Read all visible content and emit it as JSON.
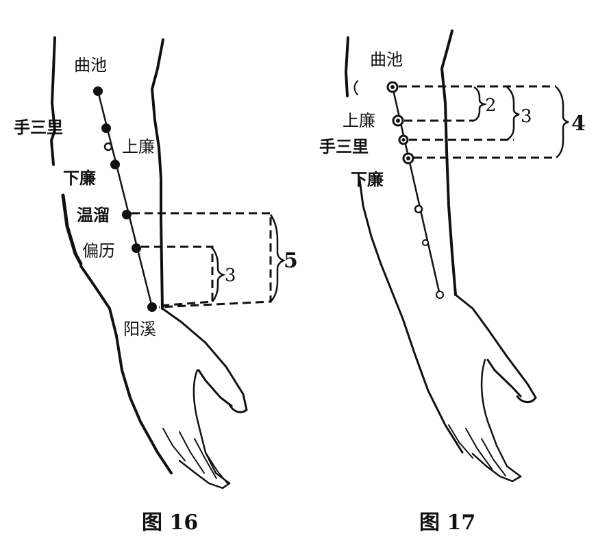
{
  "figure16": {
    "caption": "图 16",
    "points": {
      "quchi": "曲池",
      "shousanli": "手三里",
      "shanglian": "上廉",
      "xialian": "下廉",
      "wenliu": "温溜",
      "pianli": "偏历",
      "yangxi": "阳溪"
    },
    "measures": {
      "inner": "3",
      "outer": "5"
    }
  },
  "figure17": {
    "caption": "图 17",
    "points": {
      "quchi": "曲池",
      "shanglian": "上廉",
      "shousanli": "手三里",
      "xialian": "下廉"
    },
    "measures": {
      "first": "2",
      "second": "3",
      "third": "4"
    }
  }
}
